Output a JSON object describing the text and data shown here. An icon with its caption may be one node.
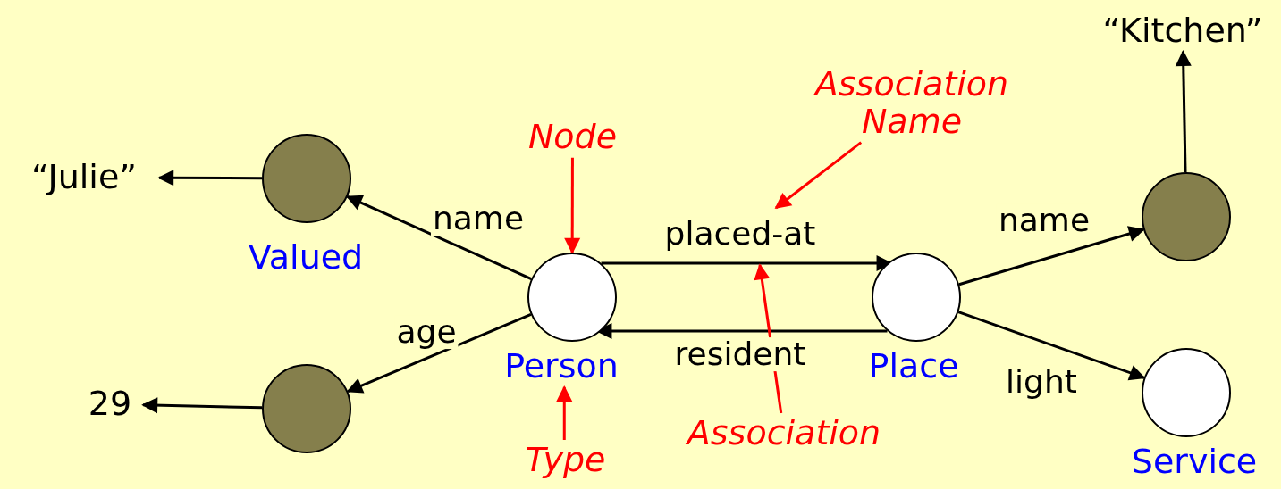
{
  "diagram": {
    "nodes": [
      {
        "text": [
          "“Julie”"
        ]
      },
      {
        "text": [],
        "shape": "circle",
        "beside": [
          "Valued"
        ]
      },
      {
        "text": [
          "29"
        ]
      },
      {
        "text": [],
        "shape": "circle"
      },
      {
        "text": [],
        "shape": "circle",
        "beside": [
          "Person"
        ]
      },
      {
        "text": [],
        "shape": "circle",
        "beside": [
          "Place"
        ]
      },
      {
        "text": [
          "“Kitchen”"
        ]
      },
      {
        "text": [],
        "shape": "circle"
      },
      {
        "text": [],
        "shape": "circle",
        "beside": [
          "Service"
        ]
      },
      {
        "text": [
          "Node"
        ]
      },
      {
        "text": [
          "Association Name"
        ]
      },
      {
        "text": [
          "Association"
        ]
      },
      {
        "text": [
          "Type"
        ]
      }
    ],
    "edges": [
      {
        "from": 1,
        "to": 0,
        "arrow": "to"
      },
      {
        "from": 3,
        "to": 2,
        "arrow": "to"
      },
      {
        "from": 4,
        "to": 1,
        "arrow": "to",
        "label": "name"
      },
      {
        "from": 4,
        "to": 3,
        "arrow": "to",
        "label": "age"
      },
      {
        "from": 4,
        "to": 5,
        "arrow": "to",
        "label": "placed-at"
      },
      {
        "from": 5,
        "to": 4,
        "arrow": "to",
        "label": "resident"
      },
      {
        "from": 5,
        "to": 7,
        "arrow": "to",
        "label": "name"
      },
      {
        "from": 5,
        "to": 8,
        "arrow": "to",
        "label": "light"
      },
      {
        "from": 7,
        "to": 6,
        "arrow": "to"
      },
      {
        "from": 9,
        "to": 4,
        "arrow": "to",
        "color": "#ff0000"
      },
      {
        "from": 10,
        "to": null,
        "arrow": "to",
        "color": "#ff0000"
      },
      {
        "from": 11,
        "to": null,
        "arrow": "to",
        "color": "#ff0000"
      },
      {
        "from": 12,
        "to": 4,
        "arrow": "to",
        "color": "#ff0000"
      }
    ]
  }
}
